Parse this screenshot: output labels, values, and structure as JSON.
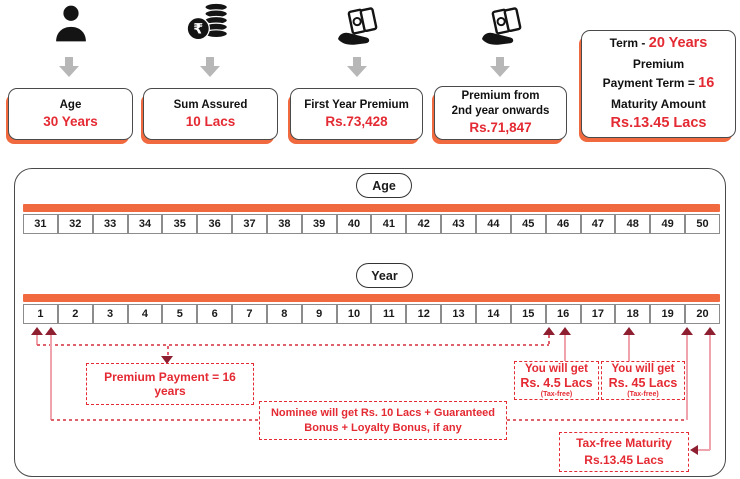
{
  "cards": {
    "age": {
      "label": "Age",
      "value": "30 Years"
    },
    "sum_assured": {
      "label": "Sum Assured",
      "value": "10 Lacs"
    },
    "first_year_premium": {
      "label": "First Year Premium",
      "value": "Rs.73,428"
    },
    "premium_onwards": {
      "label1": "Premium from",
      "label2": "2nd year onwards",
      "value": "Rs.71,847"
    },
    "term": {
      "term_label": "Term -",
      "term_value": "20 Years",
      "line2": "Premium",
      "payment_label": "Payment Term =",
      "payment_value": "16",
      "maturity_label": "Maturity Amount",
      "maturity_value": "Rs.13.45 Lacs"
    }
  },
  "icons": [
    "person-icon",
    "rupee-coins-icon",
    "money-in-hand-icon",
    "money-in-hand-icon",
    "down-arrow-icon"
  ],
  "timeline": {
    "age_title": "Age",
    "year_title": "Year",
    "ages": [
      "31",
      "32",
      "33",
      "34",
      "35",
      "36",
      "37",
      "38",
      "39",
      "40",
      "41",
      "42",
      "43",
      "44",
      "45",
      "46",
      "47",
      "48",
      "49",
      "50"
    ],
    "years": [
      "1",
      "2",
      "3",
      "4",
      "5",
      "6",
      "7",
      "8",
      "9",
      "10",
      "11",
      "12",
      "13",
      "14",
      "15",
      "16",
      "17",
      "18",
      "19",
      "20"
    ]
  },
  "annotations": {
    "premium_payment": "Premium Payment = 16 years",
    "benefit_year16": {
      "line1": "You will get",
      "line2": "Rs. 4.5 Lacs",
      "note": "(Tax-free)"
    },
    "benefit_year18": {
      "line1": "You will get",
      "line2": "Rs. 45 Lacs",
      "note": "(Tax-free)"
    },
    "nominee": {
      "line1": "Nominee will get Rs. 10 Lacs + Guaranteed",
      "line2": "Bonus + Loyalty Bonus, if any"
    },
    "maturity": {
      "line1": "Tax-free Maturity",
      "line2": "Rs.13.45 Lacs"
    }
  },
  "colors": {
    "accent_orange": "#F1693F",
    "red": "#E42A33",
    "dark_arrow": "#8E1F30",
    "pink_line": "#EFA3AD"
  }
}
